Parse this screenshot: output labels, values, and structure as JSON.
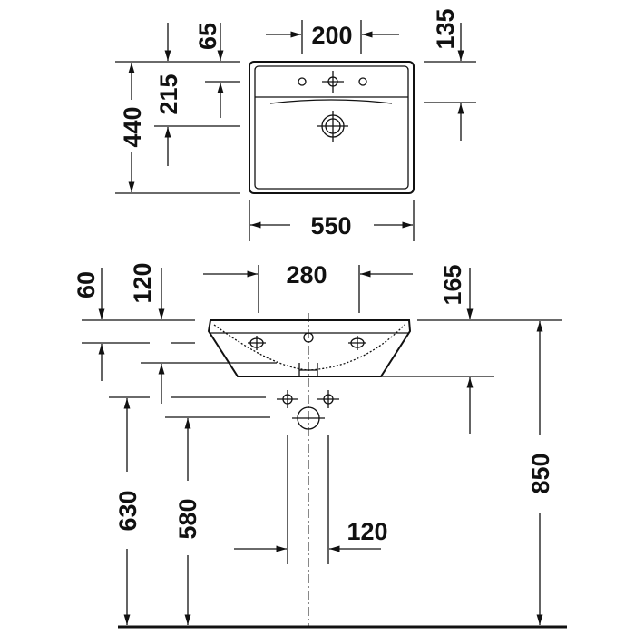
{
  "plan_view": {
    "dim_65": "65",
    "dim_200": "200",
    "dim_135": "135",
    "dim_440": "440",
    "dim_215": "215",
    "dim_550": "550"
  },
  "front_view": {
    "dim_60": "60",
    "dim_120_top": "120",
    "dim_280": "280",
    "dim_165": "165",
    "dim_850": "850",
    "dim_630": "630",
    "dim_580": "580",
    "dim_120_bottom": "120"
  }
}
